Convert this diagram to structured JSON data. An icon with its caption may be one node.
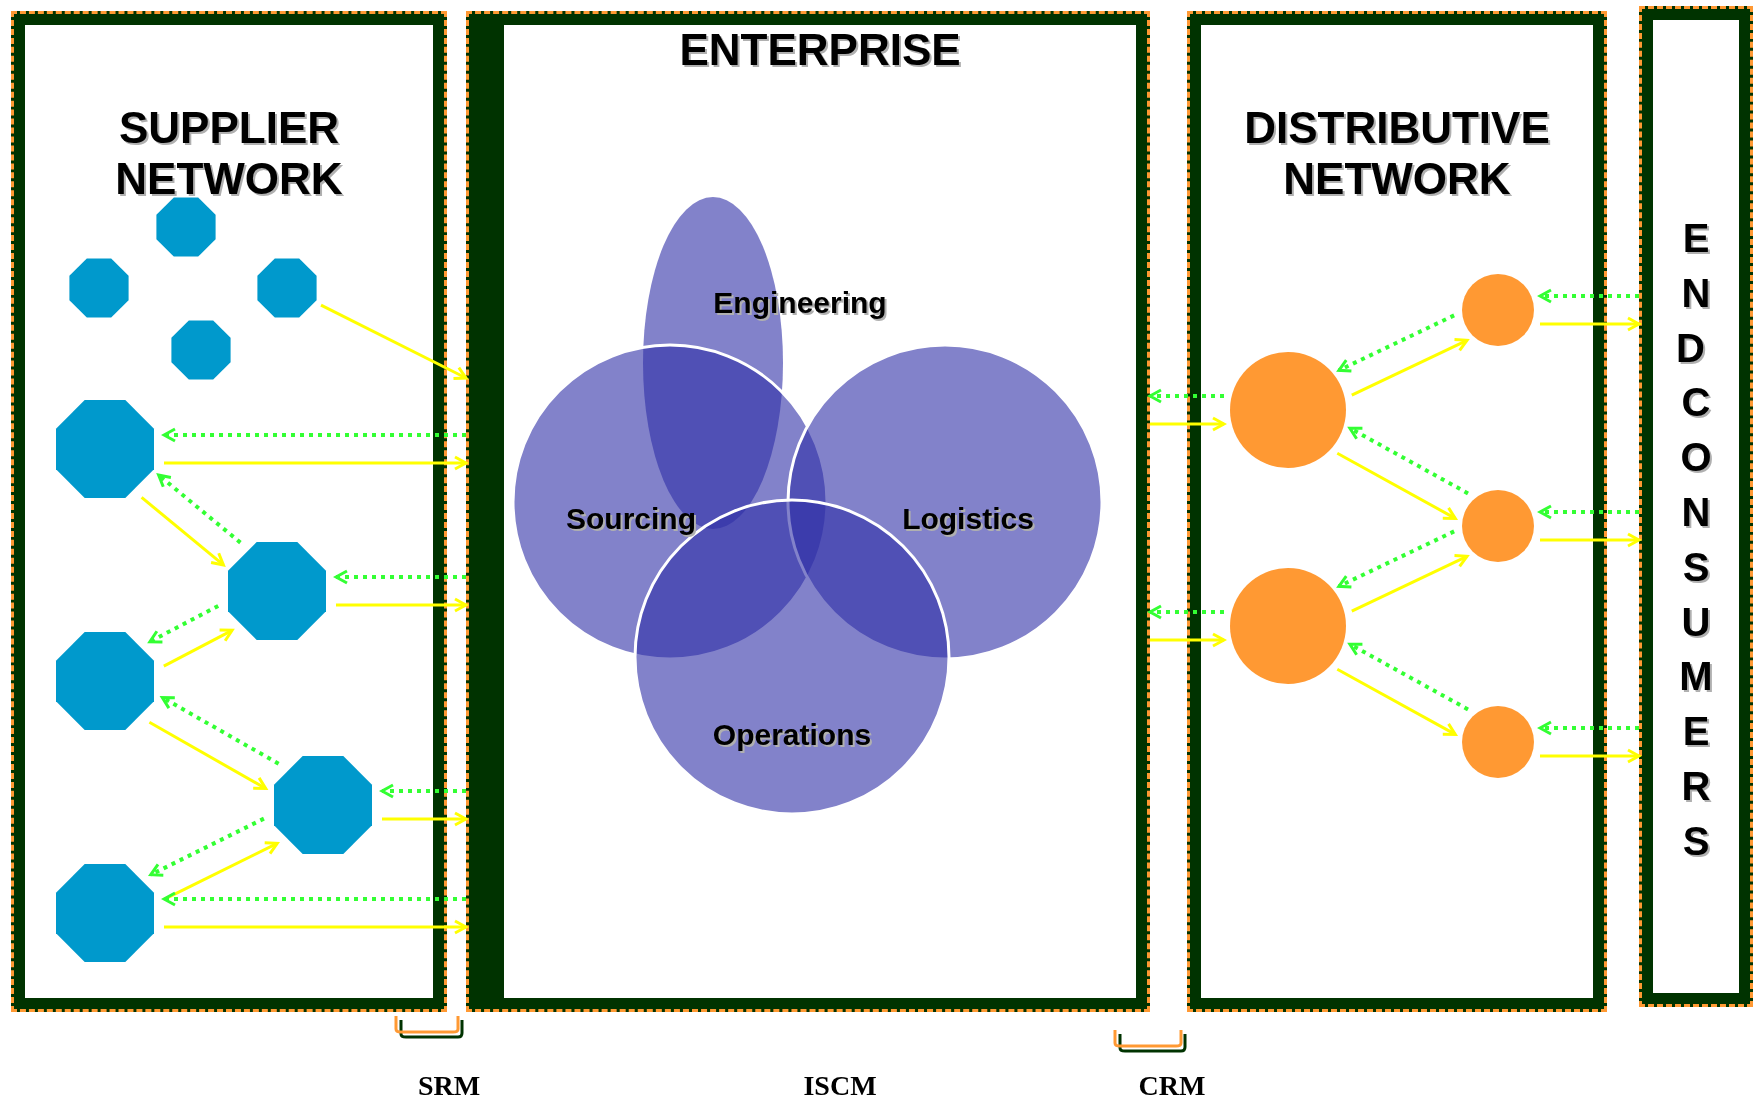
{
  "diagram": {
    "nodes": [
      {
        "text": [
          "SUPPLIER NETWORK"
        ]
      },
      {
        "text": [
          "ENTERPRISE"
        ]
      },
      {
        "text": [
          "DISTRIBUTIVE NETWORK"
        ]
      },
      {
        "text": [
          "END CONSUMERS"
        ]
      },
      {
        "text": [
          "Engineering"
        ],
        "in": 1
      },
      {
        "text": [
          "Sourcing"
        ],
        "in": 1
      },
      {
        "text": [
          "Logistics"
        ],
        "in": 1
      },
      {
        "text": [
          "Operations"
        ],
        "in": 1
      },
      {
        "text": [],
        "shape": "octagon",
        "in": 0
      },
      {
        "text": [],
        "shape": "octagon",
        "in": 0
      },
      {
        "text": [],
        "shape": "octagon",
        "in": 0
      },
      {
        "text": [],
        "shape": "octagon",
        "in": 0
      },
      {
        "text": [],
        "shape": "octagon",
        "in": 0
      },
      {
        "text": [],
        "shape": "octagon",
        "in": 0
      },
      {
        "text": [],
        "shape": "octagon",
        "in": 0
      },
      {
        "text": [],
        "shape": "octagon",
        "in": 0
      },
      {
        "text": [],
        "shape": "octagon",
        "in": 0
      },
      {
        "text": [],
        "shape": "circle",
        "in": 2
      },
      {
        "text": [],
        "shape": "circle",
        "in": 2
      },
      {
        "text": [],
        "shape": "circle",
        "in": 2
      },
      {
        "text": [],
        "shape": "circle",
        "in": 2
      },
      {
        "text": [],
        "shape": "circle",
        "in": 2
      }
    ],
    "edges": [
      {
        "from": 10,
        "to": 1,
        "arrow": "to"
      },
      {
        "from": 12,
        "to": 1,
        "arrow": "to"
      },
      {
        "from": 1,
        "to": 12,
        "arrow": "to",
        "style": "dashed",
        "color": "#33ff33"
      },
      {
        "from": 12,
        "to": 13,
        "arrow": "to"
      },
      {
        "from": 13,
        "to": 12,
        "arrow": "to",
        "style": "dashed",
        "color": "#33ff33"
      },
      {
        "from": 13,
        "to": 1,
        "arrow": "to"
      },
      {
        "from": 1,
        "to": 13,
        "arrow": "to",
        "style": "dashed",
        "color": "#33ff33"
      },
      {
        "from": 14,
        "to": 13,
        "arrow": "to"
      },
      {
        "from": 13,
        "to": 14,
        "arrow": "to",
        "style": "dashed",
        "color": "#33ff33"
      },
      {
        "from": 14,
        "to": 15,
        "arrow": "to"
      },
      {
        "from": 15,
        "to": 14,
        "arrow": "to",
        "style": "dashed",
        "color": "#33ff33"
      },
      {
        "from": 15,
        "to": 1,
        "arrow": "to"
      },
      {
        "from": 1,
        "to": 15,
        "arrow": "to",
        "style": "dashed",
        "color": "#33ff33"
      },
      {
        "from": 16,
        "to": 15,
        "arrow": "to"
      },
      {
        "from": 15,
        "to": 16,
        "arrow": "to",
        "style": "dashed",
        "color": "#33ff33"
      },
      {
        "from": 16,
        "to": 1,
        "arrow": "to"
      },
      {
        "from": 1,
        "to": 16,
        "arrow": "to",
        "style": "dashed",
        "color": "#33ff33"
      },
      {
        "from": 1,
        "to": 17,
        "arrow": "to"
      },
      {
        "from": 17,
        "to": 1,
        "arrow": "to",
        "style": "dashed",
        "color": "#33ff33"
      },
      {
        "from": 17,
        "to": 19,
        "arrow": "to"
      },
      {
        "from": 19,
        "to": 17,
        "arrow": "to",
        "style": "dashed",
        "color": "#33ff33"
      },
      {
        "from": 17,
        "to": 20,
        "arrow": "to"
      },
      {
        "from": 20,
        "to": 17,
        "arrow": "to",
        "style": "dashed",
        "color": "#33ff33"
      },
      {
        "from": 18,
        "to": 20,
        "arrow": "to"
      },
      {
        "from": 20,
        "to": 18,
        "arrow": "to",
        "style": "dashed",
        "color": "#33ff33"
      },
      {
        "from": 18,
        "to": 21,
        "arrow": "to"
      },
      {
        "from": 21,
        "to": 18,
        "arrow": "to",
        "style": "dashed",
        "color": "#33ff33"
      },
      {
        "from": 1,
        "to": 18,
        "arrow": "to"
      },
      {
        "from": 18,
        "to": 1,
        "arrow": "to",
        "style": "dashed",
        "color": "#33ff33"
      },
      {
        "from": 19,
        "to": 3,
        "arrow": "to"
      },
      {
        "from": 3,
        "to": 19,
        "arrow": "to",
        "style": "dashed",
        "color": "#33ff33"
      },
      {
        "from": 20,
        "to": 3,
        "arrow": "to"
      },
      {
        "from": 3,
        "to": 20,
        "arrow": "to",
        "style": "dashed",
        "color": "#33ff33"
      },
      {
        "from": 21,
        "to": 3,
        "arrow": "to"
      },
      {
        "from": 3,
        "to": 21,
        "arrow": "to",
        "style": "dashed",
        "color": "#33ff33"
      }
    ],
    "labels": [
      "SRM",
      "ISCM",
      "CRM"
    ]
  }
}
